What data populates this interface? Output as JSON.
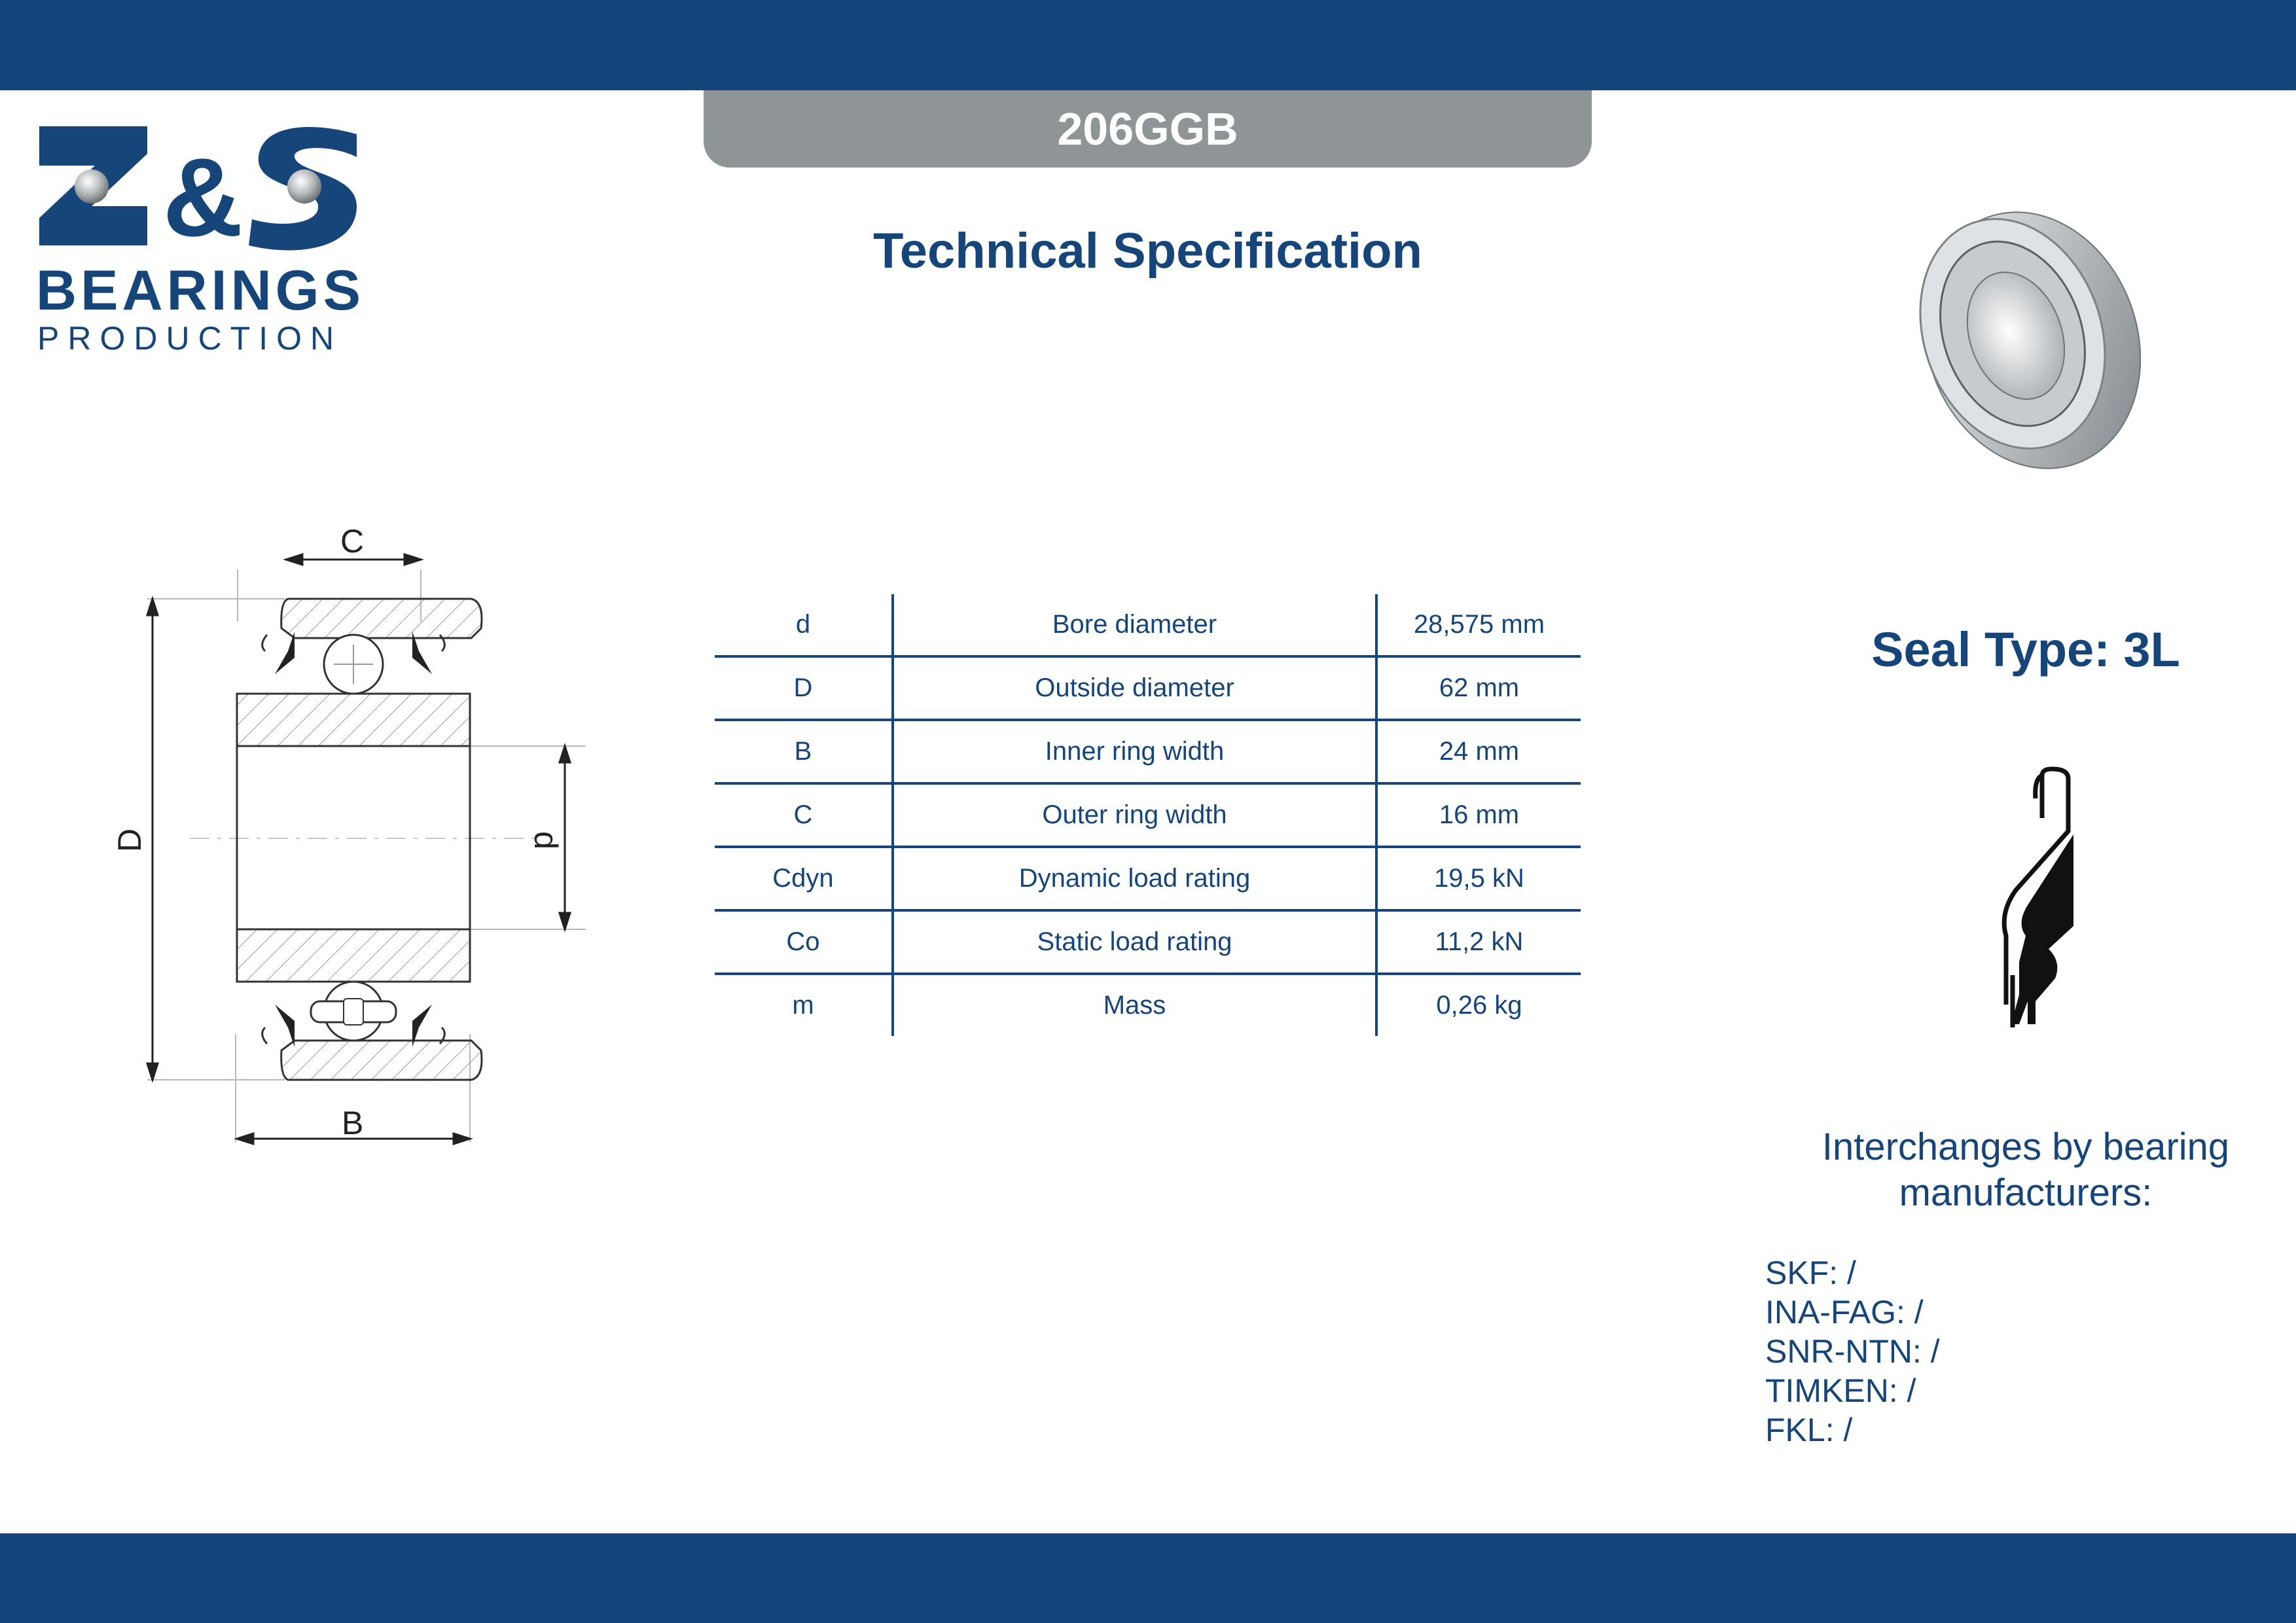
{
  "header": {
    "product_code": "206GGB",
    "title": "Technical Specification"
  },
  "logo": {
    "mark_text": "Z&S",
    "line1": "BEARINGS",
    "line2": "PRODUCTION"
  },
  "drawing_labels": {
    "C": "C",
    "D": "D",
    "d": "d",
    "B": "B"
  },
  "specs": [
    {
      "symbol": "d",
      "name": "Bore diameter",
      "value": "28,575 mm"
    },
    {
      "symbol": "D",
      "name": "Outside diameter",
      "value": "62 mm"
    },
    {
      "symbol": "B",
      "name": "Inner ring width",
      "value": "24 mm"
    },
    {
      "symbol": "C",
      "name": "Outer ring width",
      "value": "16 mm"
    },
    {
      "symbol": "Cdyn",
      "name": "Dynamic load rating",
      "value": "19,5 kN"
    },
    {
      "symbol": "Co",
      "name": "Static load rating",
      "value": "11,2 kN"
    },
    {
      "symbol": "m",
      "name": "Mass",
      "value": "0,26 kg"
    }
  ],
  "seal": {
    "label": "Seal Type: 3L"
  },
  "interchange": {
    "title_line1": "Interchanges by bearing",
    "title_line2": "manufacturers:",
    "items": [
      "SKF: /",
      "INA-FAG: /",
      "SNR-NTN: /",
      "TIMKEN: /",
      "FKL: /"
    ]
  },
  "colors": {
    "brand_blue": "#15467b",
    "tab_gray": "#8f9597"
  }
}
